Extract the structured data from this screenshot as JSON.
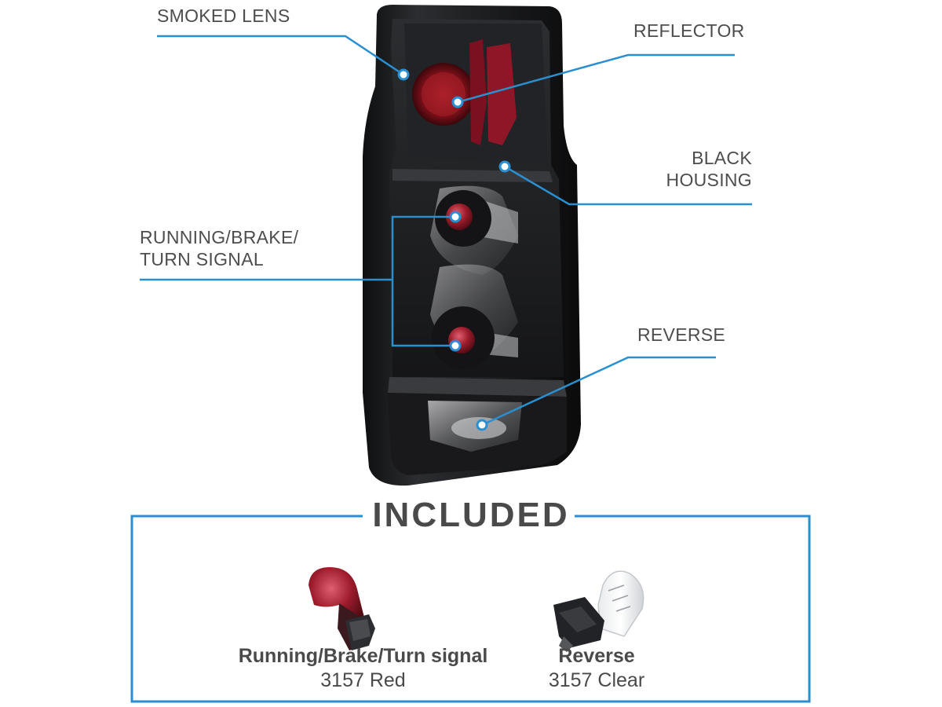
{
  "callouts": {
    "smoked_lens": "SMOKED LENS",
    "reflector": "REFLECTOR",
    "black_housing": [
      "BLACK",
      "HOUSING"
    ],
    "running_brake": [
      "RUNNING/BRAKE/",
      "TURN SIGNAL"
    ],
    "reverse": "REVERSE"
  },
  "included": {
    "title": "INCLUDED",
    "bulbs": [
      {
        "name": "Running/Brake/Turn signal",
        "spec": "3157 Red",
        "icon": "red-3157-bulb-icon"
      },
      {
        "name": "Reverse",
        "spec": "3157 Clear",
        "icon": "clear-3157-bulb-icon"
      }
    ]
  },
  "colors": {
    "accent_line": "#2a8fd0",
    "text": "#4d4d4d",
    "housing": "#1a1b1d",
    "lens_red": "#9b1620"
  }
}
